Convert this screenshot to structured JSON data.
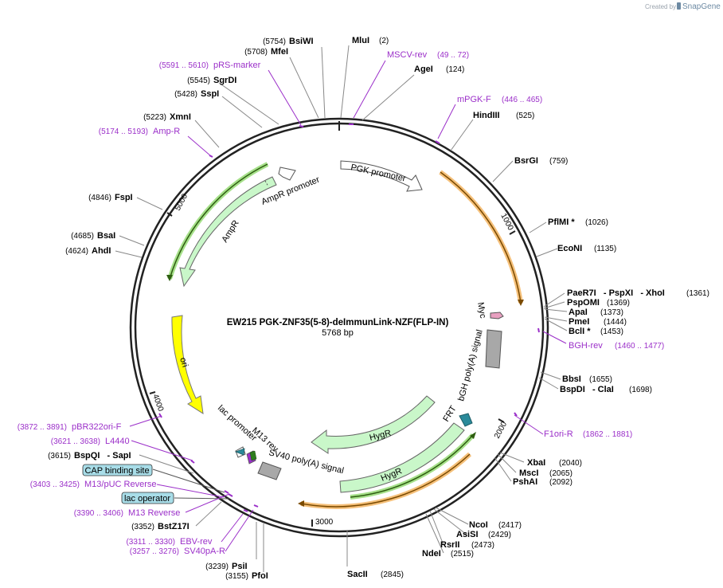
{
  "title": "EW215 PGK-ZNF35(5-8)-deImmunLink-NZF(FLP-IN)",
  "length_label": "5768 bp",
  "watermark": {
    "created_by": "Created by",
    "brand": "SnapGene"
  },
  "ticks": [
    "1000",
    "2000",
    "3000",
    "4000",
    "5000"
  ],
  "sites": [
    {
      "name": "BsiWI",
      "pos": "(5754)"
    },
    {
      "name": "MluI",
      "pos": "(2)"
    },
    {
      "name": "MfeI",
      "pos": "(5708)"
    },
    {
      "name": "AgeI",
      "pos": "(124)"
    },
    {
      "name": "SgrDI",
      "pos": "(5545)"
    },
    {
      "name": "SspI",
      "pos": "(5428)"
    },
    {
      "name": "HindIII",
      "pos": "(525)"
    },
    {
      "name": "XmnI",
      "pos": "(5223)"
    },
    {
      "name": "BsrGI",
      "pos": "(759)"
    },
    {
      "name": "FspI",
      "pos": "(4846)"
    },
    {
      "name": "PflMI *",
      "pos": "(1026)"
    },
    {
      "name": "BsaI",
      "pos": "(4685)"
    },
    {
      "name": "EcoNI",
      "pos": "(1135)"
    },
    {
      "name": "AhdI",
      "pos": "(4624)"
    },
    {
      "name": "PaeR7I   - PspXI   - XhoI",
      "pos": "(1361)"
    },
    {
      "name": "PspOMI",
      "pos": "(1369)"
    },
    {
      "name": "ApaI",
      "pos": "(1373)"
    },
    {
      "name": "PmeI",
      "pos": "(1444)"
    },
    {
      "name": "BclI *",
      "pos": "(1453)"
    },
    {
      "name": "BbsI",
      "pos": "(1655)"
    },
    {
      "name": "BspDI   - ClaI",
      "pos": "(1698)"
    },
    {
      "name": "BspQI   - SapI",
      "pos": "(3615)"
    },
    {
      "name": "XbaI",
      "pos": "(2040)"
    },
    {
      "name": "MscI",
      "pos": "(2065)"
    },
    {
      "name": "PshAI",
      "pos": "(2092)"
    },
    {
      "name": "BstZ17I",
      "pos": "(3352)"
    },
    {
      "name": "NcoI",
      "pos": "(2417)"
    },
    {
      "name": "AsiSI",
      "pos": "(2429)"
    },
    {
      "name": "RsrII",
      "pos": "(2473)"
    },
    {
      "name": "NdeI",
      "pos": "(2515)"
    },
    {
      "name": "PsiI",
      "pos": "(3239)"
    },
    {
      "name": "PfoI",
      "pos": "(3155)"
    },
    {
      "name": "SacII",
      "pos": "(2845)"
    }
  ],
  "primers": [
    {
      "name": "MSCV-rev",
      "pos": "(49 .. 72)"
    },
    {
      "name": "pRS-marker",
      "pos": "(5591 .. 5610)"
    },
    {
      "name": "mPGK-F",
      "pos": "(446 .. 465)"
    },
    {
      "name": "Amp-R",
      "pos": "(5174 .. 5193)"
    },
    {
      "name": "BGH-rev",
      "pos": "(1460 .. 1477)"
    },
    {
      "name": "F1ori-R",
      "pos": "(1862 .. 1881)"
    },
    {
      "name": "pBR322ori-F",
      "pos": "(3872 .. 3891)"
    },
    {
      "name": "L4440",
      "pos": "(3621 .. 3638)"
    },
    {
      "name": "M13/pUC Reverse",
      "pos": "(3403 .. 3425)"
    },
    {
      "name": "M13 Reverse",
      "pos": "(3390 .. 3406)"
    },
    {
      "name": "EBV-rev",
      "pos": "(3311 .. 3330)"
    },
    {
      "name": "SV40pA-R",
      "pos": "(3257 .. 3276)"
    }
  ],
  "features": [
    {
      "name": "PGK promoter"
    },
    {
      "name": "AmpR promoter"
    },
    {
      "name": "AmpR"
    },
    {
      "name": "ori"
    },
    {
      "name": "Myc"
    },
    {
      "name": "bGH poly(A) signal"
    },
    {
      "name": "FRT"
    },
    {
      "name": "HygR"
    },
    {
      "name": "HygR"
    },
    {
      "name": "lac promoter"
    },
    {
      "name": "M13 rev"
    },
    {
      "name": "SV40 poly(A) signal"
    },
    {
      "name": "CAP binding site"
    },
    {
      "name": "lac operator"
    }
  ],
  "colors": {
    "backbone": "#222222",
    "primer": "#9b2fc9",
    "orf_orange": "#f5a623",
    "orf_green": "#2e7d1e",
    "ampr_fill": "#c9f7c9",
    "ori_fill": "#ffff00",
    "promoter_fill": "#ffffff",
    "polya_fill": "#a8a8a8",
    "frt_fill": "#2a8a9a",
    "myc_fill": "#e8a0c0",
    "box_fill": "#a8dde8"
  }
}
